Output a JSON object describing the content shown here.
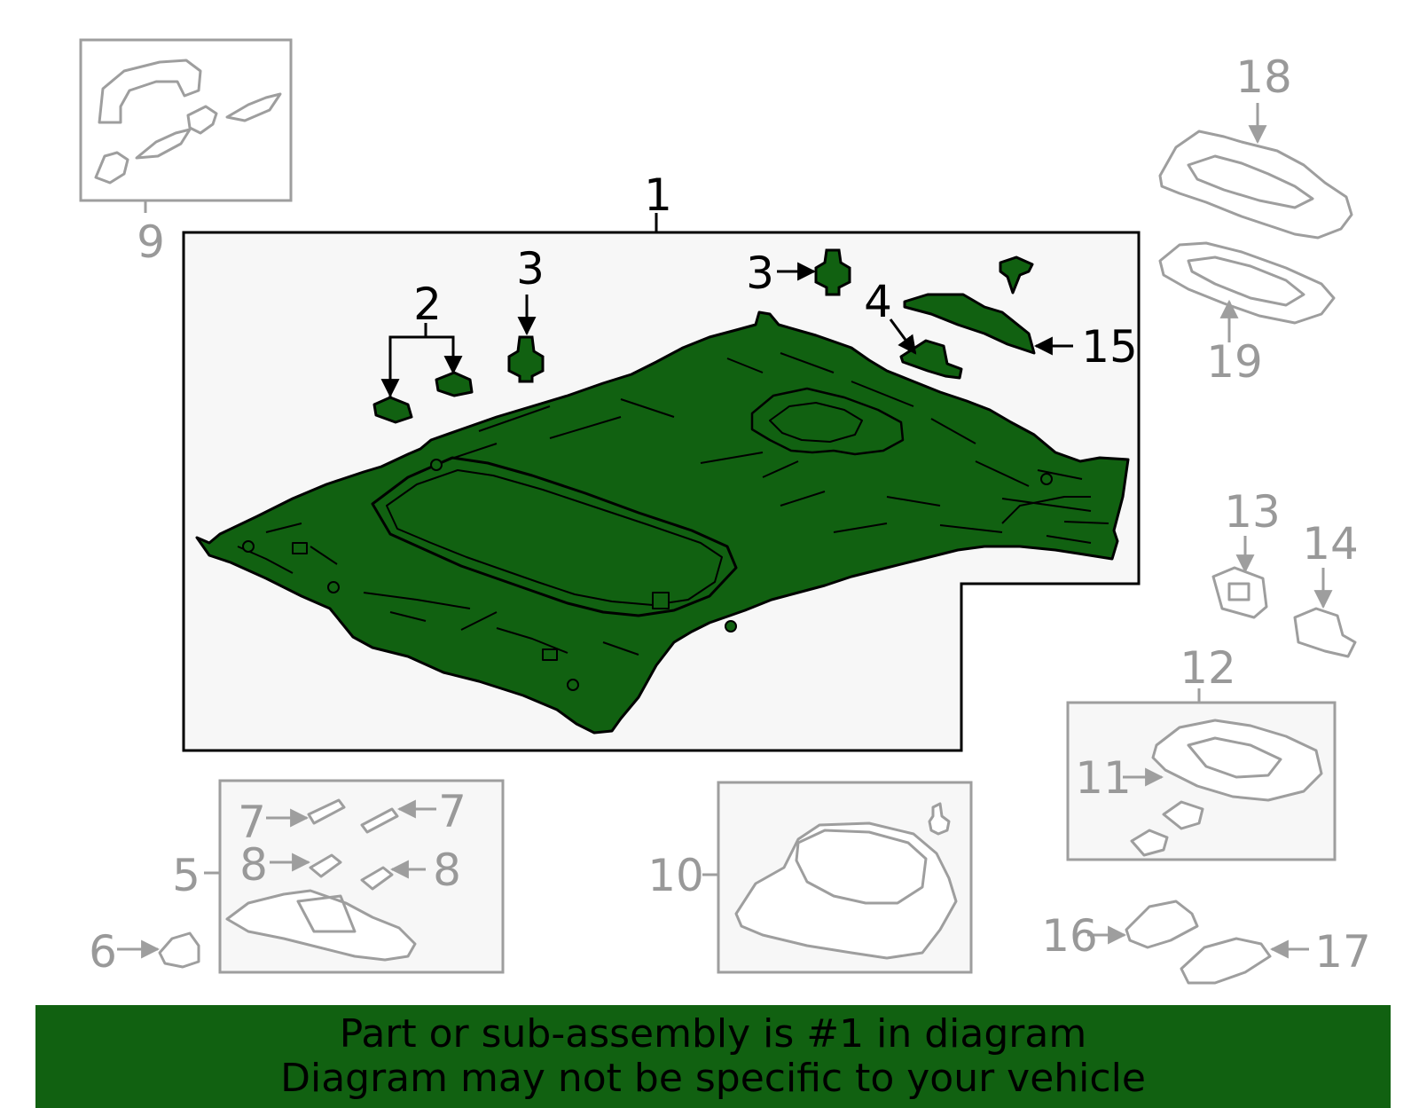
{
  "colors": {
    "highlight_fill": "#116111",
    "outline_dark": "#000000",
    "outline_grey": "#9e9e9e",
    "panel_bg": "#f7f7f7",
    "banner_bg": "#116111"
  },
  "callouts": {
    "c1": "1",
    "c2": "2",
    "c3a": "3",
    "c3b": "3",
    "c4": "4",
    "c5": "5",
    "c6": "6",
    "c7a": "7",
    "c7b": "7",
    "c8a": "8",
    "c8b": "8",
    "c9": "9",
    "c10": "10",
    "c11": "11",
    "c12": "12",
    "c13": "13",
    "c14": "14",
    "c15": "15",
    "c16": "16",
    "c17": "17",
    "c18": "18",
    "c19": "19"
  },
  "footer": {
    "line1": "Part or sub-assembly is #1 in diagram",
    "line2": "Diagram may not be specific to your vehicle"
  }
}
